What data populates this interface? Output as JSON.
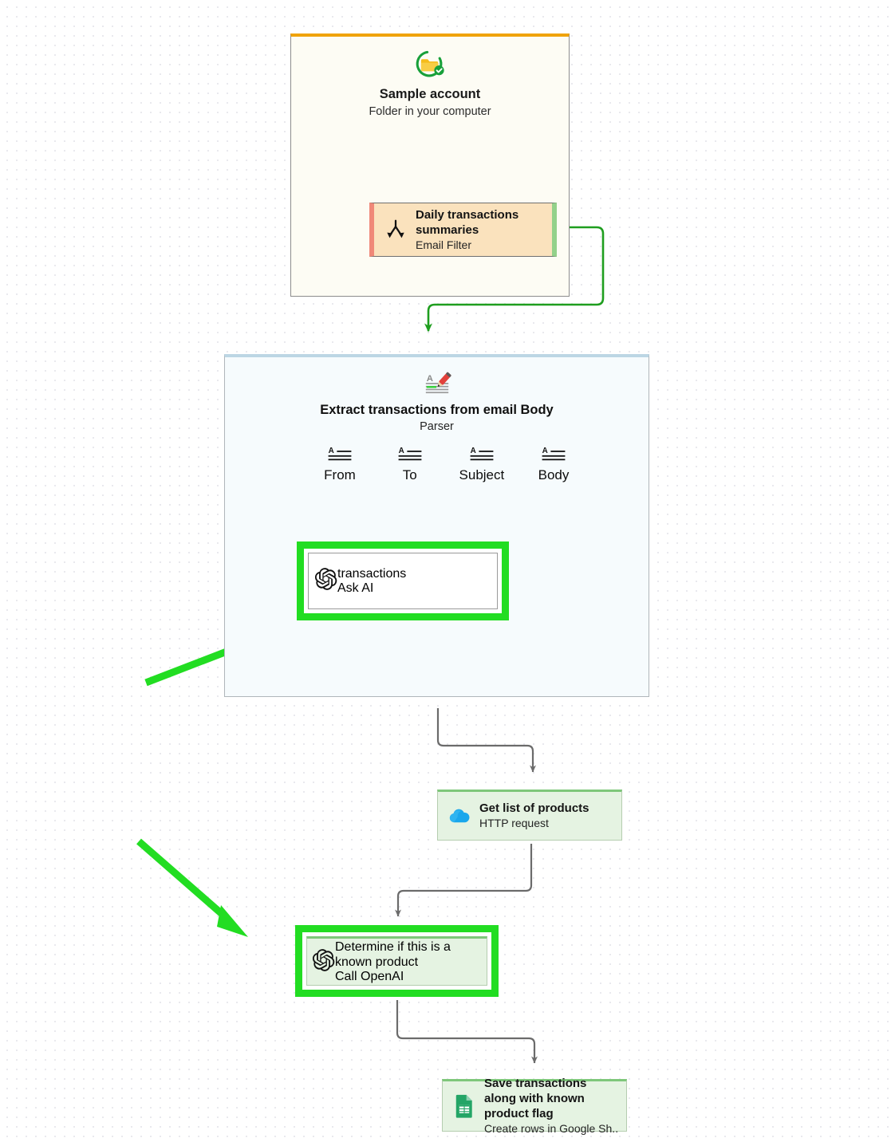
{
  "colors": {
    "highlight_green": "#22dd22",
    "edge_green": "#1f9e1f",
    "edge_grey": "#6b6b6b",
    "account_accent": "#f0a30a",
    "parser_accent": "#bcd6e4",
    "node_green_accent": "#7ec77a",
    "email_filter_left": "#f08878",
    "email_filter_right": "#93d18a"
  },
  "account_card": {
    "icon": "folder-check-icon",
    "title": "Sample account",
    "subtitle": "Folder in your computer",
    "email_filter": {
      "icon": "branch-filter-icon",
      "title": "Daily transactions summaries",
      "subtitle": "Email Filter"
    }
  },
  "parser": {
    "icon": "parser-pencil-icon",
    "title": "Extract transactions from email Body",
    "subtitle": "Parser",
    "fields": [
      {
        "icon": "text-field-icon",
        "label": "From"
      },
      {
        "icon": "text-field-icon",
        "label": "To"
      },
      {
        "icon": "text-field-icon",
        "label": "Subject"
      },
      {
        "icon": "text-field-icon",
        "label": "Body"
      }
    ],
    "ask_ai_node": {
      "icon": "openai-icon",
      "title": "transactions",
      "subtitle": "Ask AI",
      "highlighted": "true"
    }
  },
  "nodes": {
    "http": {
      "icon": "cloud-icon",
      "title": "Get list of products",
      "subtitle": "HTTP request"
    },
    "determine": {
      "icon": "openai-icon",
      "title": "Determine if this is a known product",
      "subtitle": "Call OpenAI",
      "highlighted": "true"
    },
    "sheets": {
      "icon": "google-sheets-icon",
      "title": "Save transactions along with known product flag",
      "subtitle": "Create rows in Google Sh..."
    }
  },
  "annotations": [
    {
      "name": "green-arrow-to-transactions",
      "direction": "up-right",
      "color": "#22dd22"
    },
    {
      "name": "green-arrow-to-determine",
      "direction": "down-right",
      "color": "#22dd22"
    }
  ],
  "chart_data": {
    "type": "diagram",
    "title": "Email transaction extraction workflow",
    "nodes": [
      "Sample account",
      "Daily transactions summaries",
      "Extract transactions from email Body",
      "transactions",
      "Get list of products",
      "Determine if this is a known product",
      "Save transactions along with known product flag"
    ],
    "edges": [
      [
        "Sample account",
        "Daily transactions summaries"
      ],
      [
        "Daily transactions summaries",
        "Extract transactions from email Body"
      ],
      [
        "Body",
        "transactions"
      ],
      [
        "Extract transactions from email Body",
        "Get list of products"
      ],
      [
        "Get list of products",
        "Determine if this is a known product"
      ],
      [
        "Determine if this is a known product",
        "Save transactions along with known product flag"
      ]
    ]
  }
}
